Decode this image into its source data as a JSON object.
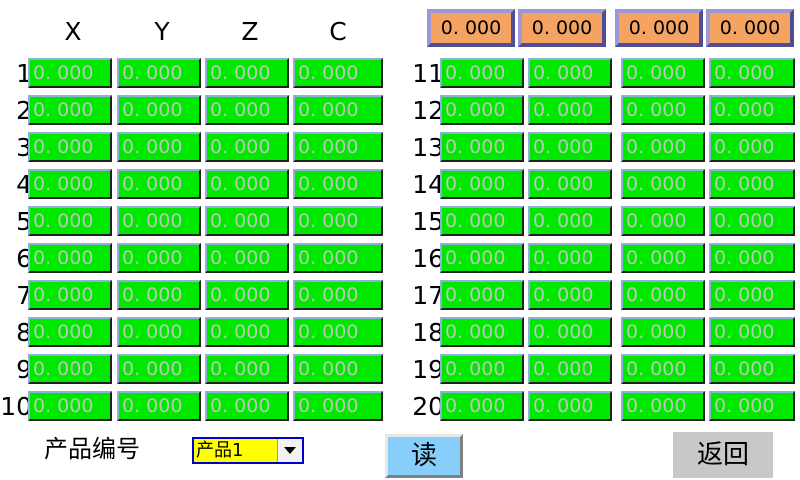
{
  "columns": {
    "headers": [
      "X",
      "Y",
      "Z",
      "C"
    ]
  },
  "top_display": {
    "values": [
      "0. 000",
      "0. 000",
      "0. 000",
      "0. 000"
    ],
    "bg_color": "#f4a460",
    "border_color": "#9a98d8"
  },
  "left_table": {
    "row_labels": [
      "1",
      "2",
      "3",
      "4",
      "5",
      "6",
      "7",
      "8",
      "9",
      "10"
    ],
    "rows": [
      [
        "0. 000",
        "0. 000",
        "0. 000",
        "0. 000"
      ],
      [
        "0. 000",
        "0. 000",
        "0. 000",
        "0. 000"
      ],
      [
        "0. 000",
        "0. 000",
        "0. 000",
        "0. 000"
      ],
      [
        "0. 000",
        "0. 000",
        "0. 000",
        "0. 000"
      ],
      [
        "0. 000",
        "0. 000",
        "0. 000",
        "0. 000"
      ],
      [
        "0. 000",
        "0. 000",
        "0. 000",
        "0. 000"
      ],
      [
        "0. 000",
        "0. 000",
        "0. 000",
        "0. 000"
      ],
      [
        "0. 000",
        "0. 000",
        "0. 000",
        "0. 000"
      ],
      [
        "0. 000",
        "0. 000",
        "0. 000",
        "0. 000"
      ],
      [
        "0. 000",
        "0. 000",
        "0. 000",
        "0. 000"
      ]
    ]
  },
  "right_table": {
    "row_labels": [
      "11",
      "12",
      "13",
      "14",
      "15",
      "16",
      "17",
      "18",
      "19",
      "20"
    ],
    "rows": [
      [
        "0. 000",
        "0. 000",
        "0. 000",
        "0. 000"
      ],
      [
        "0. 000",
        "0. 000",
        "0. 000",
        "0. 000"
      ],
      [
        "0. 000",
        "0. 000",
        "0. 000",
        "0. 000"
      ],
      [
        "0. 000",
        "0. 000",
        "0. 000",
        "0. 000"
      ],
      [
        "0. 000",
        "0. 000",
        "0. 000",
        "0. 000"
      ],
      [
        "0. 000",
        "0. 000",
        "0. 000",
        "0. 000"
      ],
      [
        "0. 000",
        "0. 000",
        "0. 000",
        "0. 000"
      ],
      [
        "0. 000",
        "0. 000",
        "0. 000",
        "0. 000"
      ],
      [
        "0. 000",
        "0. 000",
        "0. 000",
        "0. 000"
      ],
      [
        "0. 000",
        "0. 000",
        "0. 000",
        "0. 000"
      ]
    ]
  },
  "footer": {
    "product_label": "产品编号",
    "product_selected": "产品1",
    "product_options": [
      "产品1"
    ],
    "read_button": "读",
    "return_button": "返回",
    "field_color": "#00e800",
    "select_bg": "#ffff00",
    "read_bg": "#87cefa",
    "return_bg": "#c8c8c8"
  }
}
